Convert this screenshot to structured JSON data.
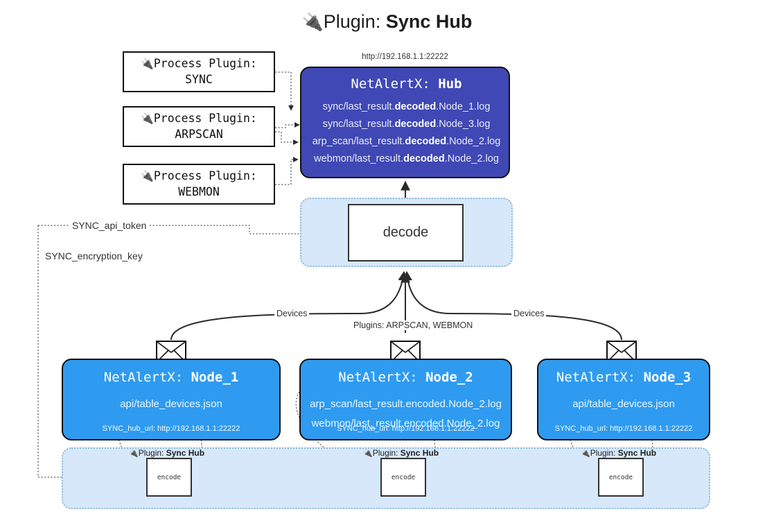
{
  "title": {
    "icon": "plug-icon",
    "icon_glyph": "🔌",
    "lead": "Plugin: ",
    "strong": "Sync Hub"
  },
  "process_plugins": [
    {
      "icon_glyph": "🔌",
      "line1": "Process Plugin:",
      "line2": "SYNC"
    },
    {
      "icon_glyph": "🔌",
      "line1": "Process Plugin:",
      "line2": "ARPSCAN"
    },
    {
      "icon_glyph": "🔌",
      "line1": "Process Plugin:",
      "line2": "WEBMON"
    }
  ],
  "hub": {
    "url": "http://192.168.1.1:22222",
    "title_prefix": "NetAlertX: ",
    "title_name": "Hub",
    "rows": [
      {
        "pre": "sync/last_result.",
        "mid": "decoded",
        "post": ".Node_1.log"
      },
      {
        "pre": "sync/last_result.",
        "mid": "decoded",
        "post": ".Node_3.log"
      },
      {
        "pre": "arp_scan/last_result.",
        "mid": "decoded",
        "post": ".Node_2.log"
      },
      {
        "pre": "webmon/last_result.",
        "mid": "decoded",
        "post": ".Node_2.log"
      }
    ]
  },
  "decode": {
    "label": "decode"
  },
  "secrets": {
    "api_token": "SYNC_api_token",
    "encryption_key": "SYNC_encryption_key"
  },
  "edge_labels": {
    "devices_left": "Devices",
    "devices_right": "Devices",
    "plugins_center": "Plugins: ARPSCAN, WEBMON"
  },
  "nodes": [
    {
      "title_prefix": "NetAlertX: ",
      "title_name": "Node_1",
      "lines": [
        "api/table_devices.json"
      ],
      "footer": "SYNC_hub_url: http://192.168.1.1:22222",
      "plugin_label_lead": "Plugin: ",
      "plugin_label_strong": "Sync Hub",
      "plugin_icon_glyph": "🔌",
      "encode_label": "encode"
    },
    {
      "title_prefix": "NetAlertX: ",
      "title_name": "Node_2",
      "lines": [
        "arp_scan/last_result.encoded.Node_2.log",
        "webmon/last_result.encoded.Node_2.log"
      ],
      "footer": "SYNC_hub_url: http://192.168.1.1:22222",
      "plugin_label_lead": "Plugin: ",
      "plugin_label_strong": "Sync Hub",
      "plugin_icon_glyph": "🔌",
      "encode_label": "encode"
    },
    {
      "title_prefix": "NetAlertX: ",
      "title_name": "Node_3",
      "lines": [
        "api/table_devices.json"
      ],
      "footer": "SYNC_hub_url: http://192.168.1.1:22222",
      "plugin_label_lead": "Plugin: ",
      "plugin_label_strong": "Sync Hub",
      "plugin_icon_glyph": "🔌",
      "encode_label": "encode"
    }
  ],
  "colors": {
    "hub_fill": "#3f48b4",
    "node_fill": "#2e9bf0",
    "group_fill": "#d6e8fa",
    "group_border": "#8fb9d8",
    "stroke": "#111111"
  }
}
